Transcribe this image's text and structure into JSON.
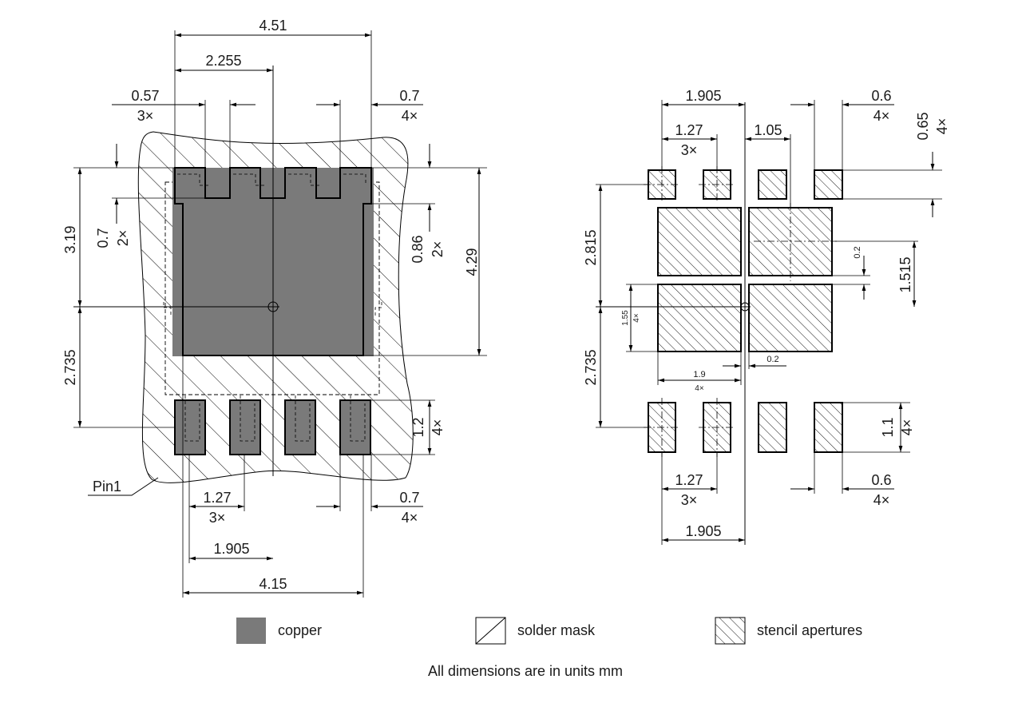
{
  "colors": {
    "copper": "#7a7a7a",
    "line": "#000000",
    "background": "#ffffff"
  },
  "left_view": {
    "width_451": "4.51",
    "half_2255": "2.255",
    "pitch_057": "0.57",
    "pitch_057_count": "3×",
    "slot_07": "0.7",
    "slot_07_count": "4×",
    "height_319": "3.19",
    "notch_07": "0.7",
    "notch_07_count": "2×",
    "notch_086": "0.86",
    "notch_086_count": "2×",
    "height_429": "4.29",
    "height_2735": "2.735",
    "pad_12": "1.2",
    "pad_12_count": "4×",
    "pin1": "Pin1",
    "pitch_127": "1.27",
    "pitch_127_count": "3×",
    "pad_07": "0.7",
    "pad_07_count": "4×",
    "span_1905": "1.905",
    "width_415": "4.15"
  },
  "right_view": {
    "top_1905": "1.905",
    "top_127": "1.27",
    "top_127_count": "3×",
    "gap_105": "1.05",
    "w_06": "0.6",
    "w_06_count": "4×",
    "h_065": "0.65",
    "h_065_count": "4×",
    "h_2815": "2.815",
    "gap_02_v": "0.2",
    "h_1515": "1.515",
    "h_155": "1.55",
    "h_155_count": "4×",
    "w_19": "1.9",
    "w_19_count": "4×",
    "gap_02_h": "0.2",
    "h_2735": "2.735",
    "h_11": "1.1",
    "h_11_count": "4×",
    "bot_127": "1.27",
    "bot_127_count": "3×",
    "bot_06": "0.6",
    "bot_06_count": "4×",
    "bot_1905": "1.905"
  },
  "legend": {
    "copper": "copper",
    "solder_mask": "solder mask",
    "stencil": "stencil apertures"
  },
  "note": "All dimensions are in units mm"
}
